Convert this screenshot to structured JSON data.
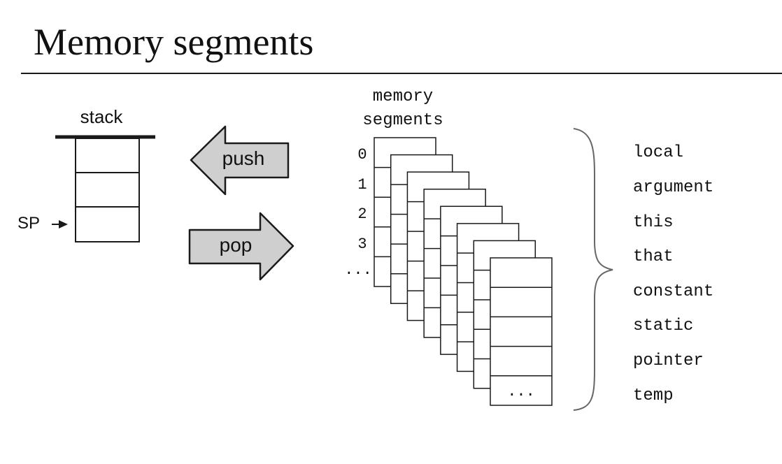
{
  "title": "Memory segments",
  "stack": {
    "label": "stack",
    "pointer_label": "SP"
  },
  "arrows": {
    "push": "push",
    "pop": "pop"
  },
  "memory": {
    "heading_line1": "memory",
    "heading_line2": "segments",
    "indices": [
      "0",
      "1",
      "2",
      "3",
      "..."
    ],
    "last_cell": "..."
  },
  "segments": [
    "local",
    "argument",
    "this",
    "that",
    "constant",
    "static",
    "pointer",
    "temp"
  ],
  "colors": {
    "arrow_fill": "#cfcfcf",
    "stroke": "#1a1a1a",
    "brace": "#666666"
  }
}
